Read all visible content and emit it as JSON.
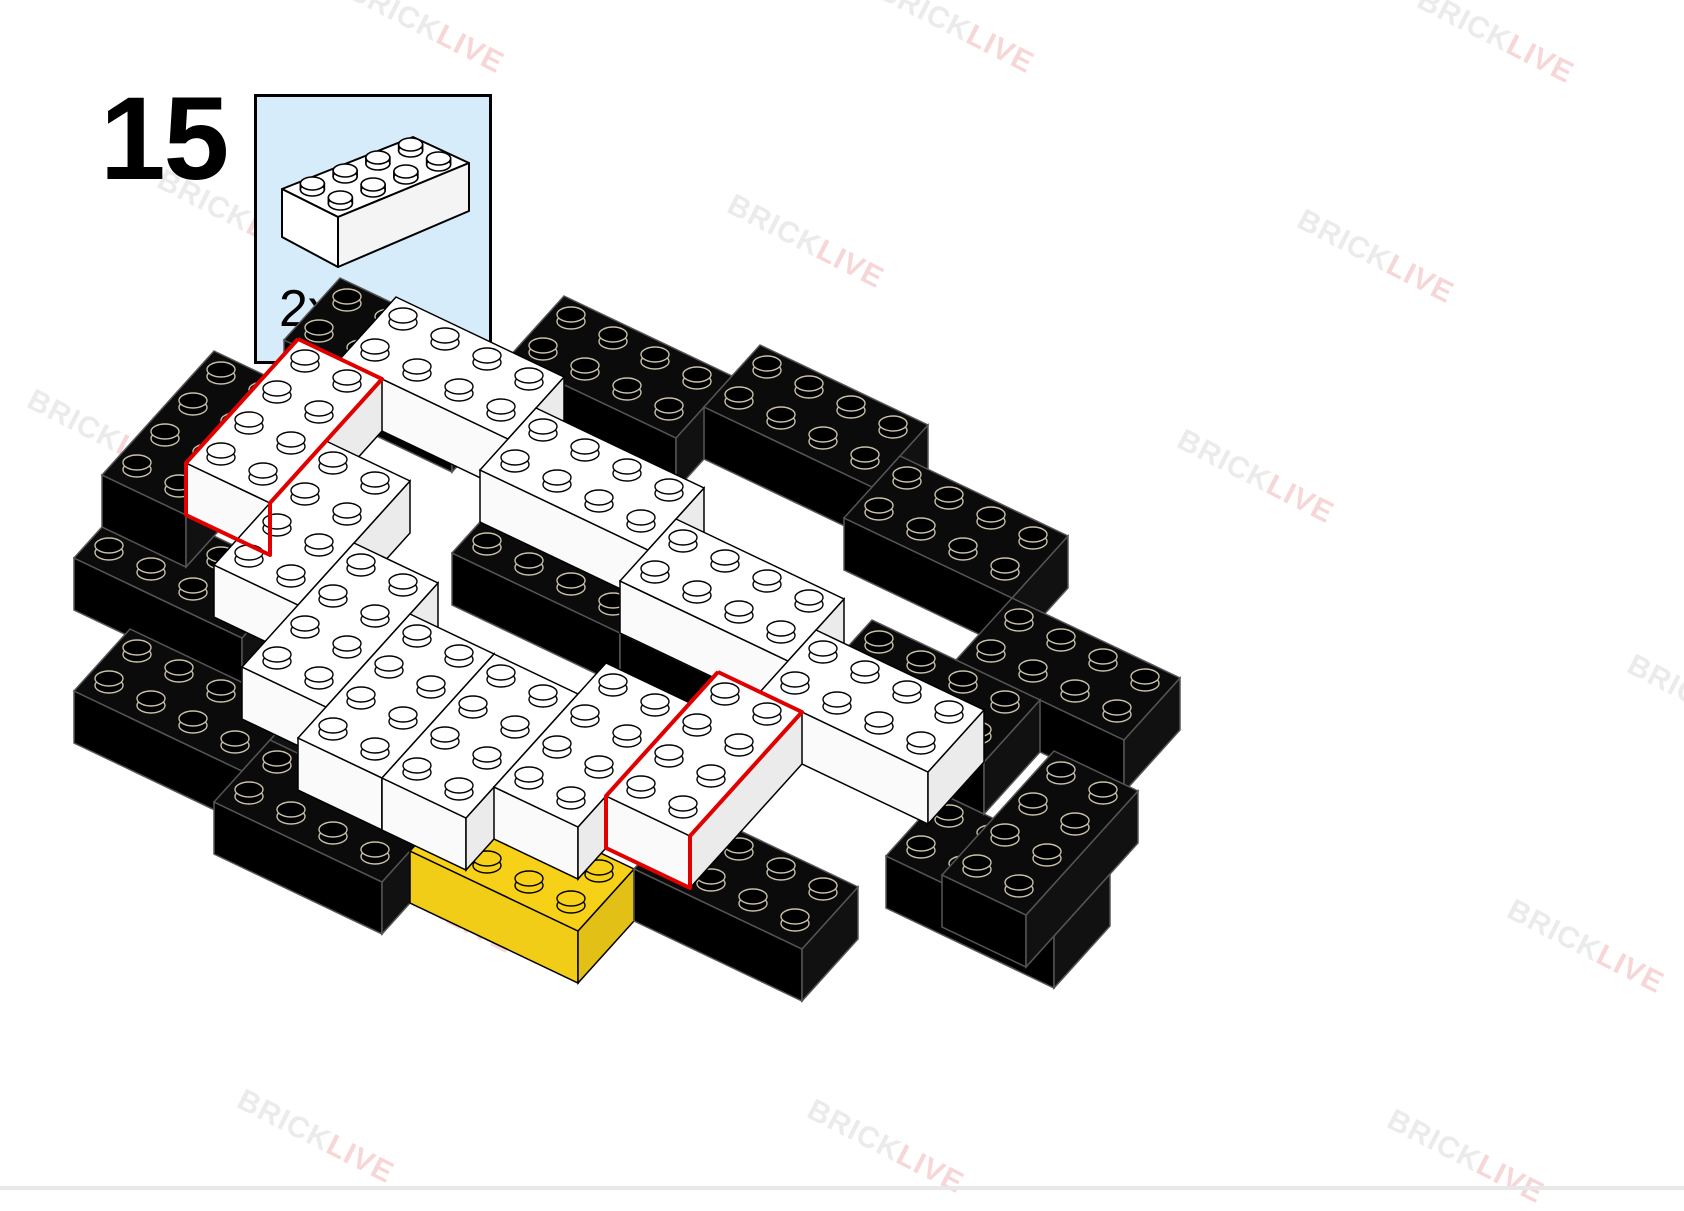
{
  "step": {
    "number": "15"
  },
  "parts_list": {
    "count_label": "2x",
    "part_color": "#ffffff"
  },
  "watermark": {
    "brand": "BRICK",
    "brand_accent": "LIVE"
  },
  "colors": {
    "brick_black": "#0a0a0a",
    "brick_white": "#ffffff",
    "brick_yellow": "#f7d117",
    "highlight": "#e00000",
    "parts_bg": "#d6ecfb"
  }
}
